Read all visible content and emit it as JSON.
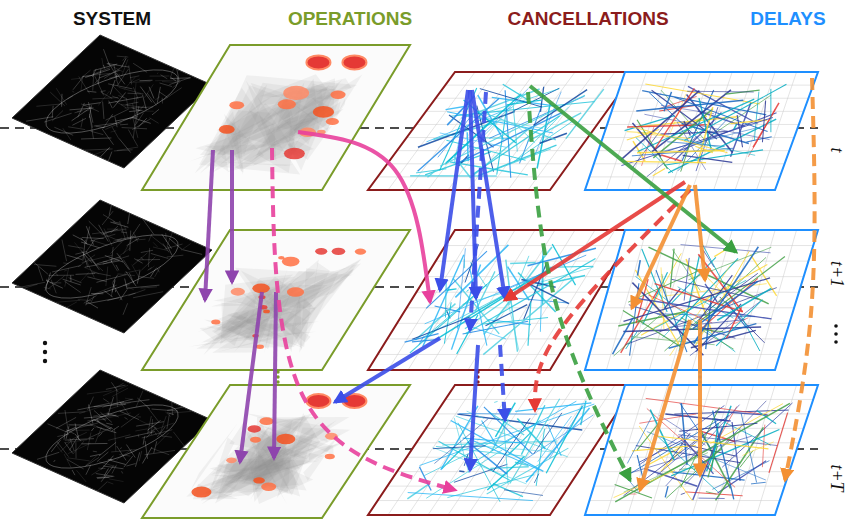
{
  "diagram": {
    "labels": [
      "SYSTEM",
      "OPERATIONS",
      "CANCELLATIONS",
      "DELAYS",
      "t",
      "t+1",
      "t+T"
    ]
  }
}
